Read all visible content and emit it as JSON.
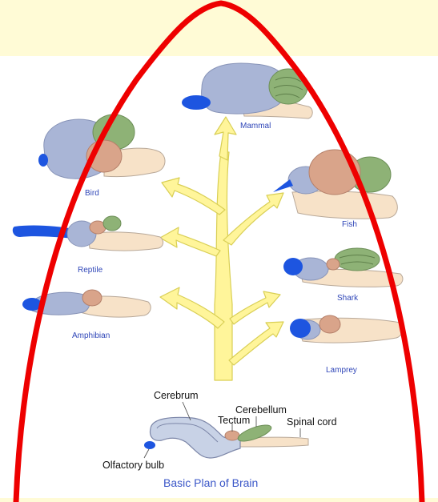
{
  "colors": {
    "background": "#fffbd6",
    "panel": "#ffffff",
    "cerebrum": "#a9b5d6",
    "olfactory_bulb": "#1d55e0",
    "cerebellum": "#8eb276",
    "tectum": "#d9a48a",
    "brainstem": "#f7e2c8",
    "arrow": "#fff59a",
    "outline": "#ee0000",
    "label_blue": "#2f46b8"
  },
  "animals": {
    "mammal": "Mammal",
    "bird": "Bird",
    "fish": "Fish",
    "reptile": "Reptile",
    "shark": "Shark",
    "amphibian": "Amphibian",
    "lamprey": "Lamprey"
  },
  "basic_plan": {
    "cerebrum": "Cerebrum",
    "cerebellum": "Cerebellum",
    "tectum": "Tectum",
    "spinal_cord": "Spinal cord",
    "olfactory_bulb": "Olfactory bulb",
    "title": "Basic Plan of Brain"
  }
}
